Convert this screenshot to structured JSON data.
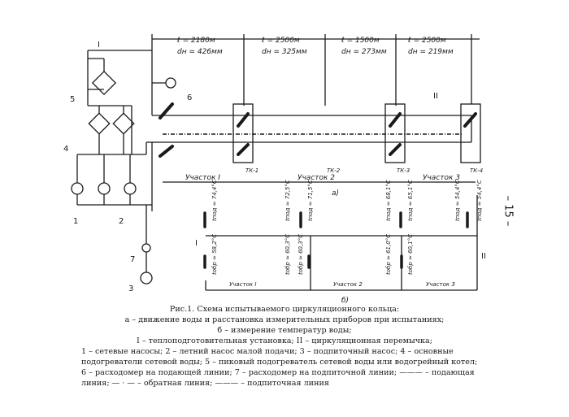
{
  "segments": [
    {
      "length": "ℓ = 2180м",
      "diameter": "dн = 426мм"
    },
    {
      "length": "ℓ = 2500м",
      "diameter": "dн = 325мм"
    },
    {
      "length": "ℓ = 1500м",
      "diameter": "dн = 273мм"
    },
    {
      "length": "ℓ = 2500м",
      "diameter": "dн = 219мм"
    }
  ],
  "chambers": [
    "ТК-1",
    "ТК-2",
    "ТК-3",
    "ТК-4"
  ],
  "sections_a": [
    "Участок I",
    "Участок 2",
    "Участок 3"
  ],
  "sections_b": [
    "Участок I",
    "Участок 2",
    "Участок 3"
  ],
  "panel_a": "а)",
  "panel_b": "б)",
  "roman": {
    "I": "I",
    "II": "II"
  },
  "component_numbers": [
    "1",
    "2",
    "3",
    "4",
    "5",
    "6",
    "7"
  ],
  "temps_top": [
    "tпод ≈ 74,4°С",
    "tпод ≈ 72,5°С",
    "tпод ≈ 71,5°С",
    "tпод ≈ 68,1°С",
    "tпод ≈ 65,1°С",
    "tпод ≈ 54,4°С",
    "tпод ≈ 54,4°С"
  ],
  "temps_bottom": [
    "tобр ≈ 58,2°С",
    "tобр ≈ 60,3°С",
    "tобр ≈ 60,3°С",
    "tобр ≈ 61,0°С",
    "tобр ≈ 60,1°С"
  ],
  "caption": {
    "title": "Рис.1. Схема испытываемого циркуляционного кольца:",
    "a": "а – движение воды и расстановка измерительных приборов при испытаниях;",
    "b": "б – измерение температур воды;",
    "legend1": "I – теплоподготовительная установка; II – циркуляционная перемычка;",
    "legend2": "1 – сетевые насосы; 2 – летний насос малой подачи; 3 – подпиточный насос; 4 – основные",
    "legend3": "подогреватели сетевой воды; 5 – пиковый подогреватель сетевой воды или водогрейный котел;",
    "legend4": "6 – расходомер на подающей линии; 7 – расходомер на подпиточной линии; ——— – подающая",
    "legend5": "линия; — · — – обратная линия; ——— – подпиточная линия"
  },
  "page_number": "– 15 –"
}
